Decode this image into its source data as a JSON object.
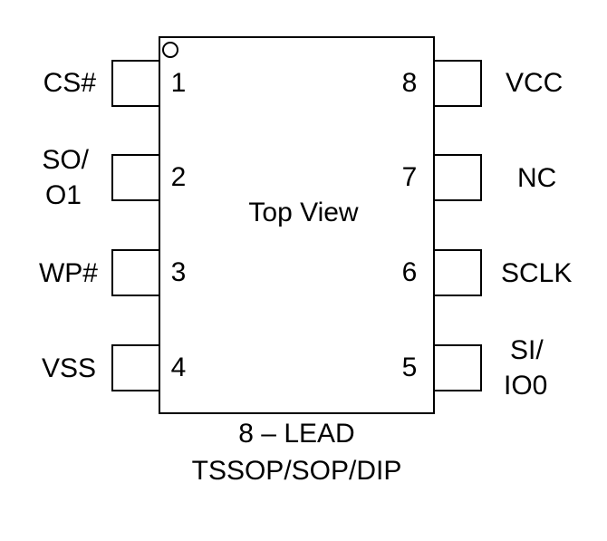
{
  "diagram": {
    "center_label": "Top View",
    "package_line1": "8 – LEAD",
    "package_line2": "TSSOP/SOP/DIP"
  },
  "pins": {
    "p1": {
      "number": "1",
      "label": "CS#"
    },
    "p2": {
      "number": "2",
      "label_line1": "SO/",
      "label_line2": "O1"
    },
    "p3": {
      "number": "3",
      "label": "WP#"
    },
    "p4": {
      "number": "4",
      "label": "VSS"
    },
    "p5": {
      "number": "5",
      "label_line1": "SI/",
      "label_line2": "IO0"
    },
    "p6": {
      "number": "6",
      "label": "SCLK"
    },
    "p7": {
      "number": "7",
      "label": "NC"
    },
    "p8": {
      "number": "8",
      "label": "VCC"
    }
  }
}
